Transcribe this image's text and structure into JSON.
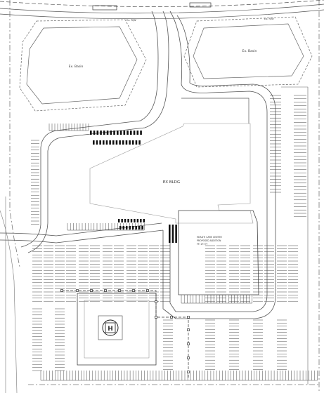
{
  "labels": {
    "ex_building": "EX BLDG",
    "pond_left": "Ex. Basin",
    "pond_right": "Ex. Basin",
    "road_row": "Ex. R/W",
    "road_row_right": "Ex. R/W",
    "helipad": "H",
    "proposed_text_line1": "HEALTH CARE CENTER",
    "proposed_text_line2": "PROPOSED ADDITION",
    "proposed_text_line3": "FF: 2??.??"
  },
  "colors": {
    "line": "#4a4a4a",
    "light_line": "#9a9a9a",
    "dark": "#111111"
  }
}
